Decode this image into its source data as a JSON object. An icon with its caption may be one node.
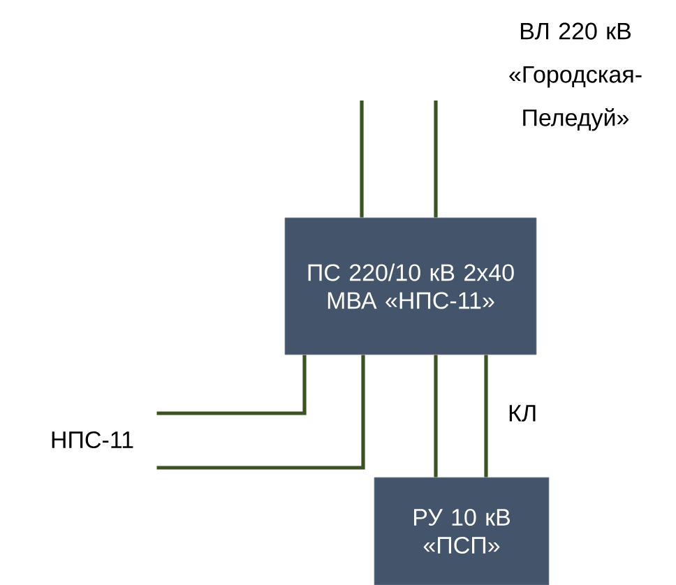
{
  "diagram": {
    "nodes": [
      {
        "text": [
          "ПС 220/10 кВ 2х40 МВА «НПС-11»"
        ]
      },
      {
        "text": [
          "НПС-11"
        ]
      },
      {
        "text": [
          "РУ 10 кВ «ПСП»"
        ]
      }
    ],
    "edges": [
      {
        "from": null,
        "to": 0,
        "arrow": "none"
      },
      {
        "from": null,
        "to": 0,
        "arrow": "none"
      },
      {
        "from": 0,
        "to": 1,
        "arrow": "none"
      },
      {
        "from": 0,
        "to": 1,
        "arrow": "none"
      },
      {
        "from": 0,
        "to": 2,
        "arrow": "none"
      },
      {
        "from": 0,
        "to": 2,
        "arrow": "none",
        "label": "КЛ"
      }
    ],
    "labels": [
      "ВЛ 220 кВ «Городская-Пеледуй»"
    ]
  }
}
